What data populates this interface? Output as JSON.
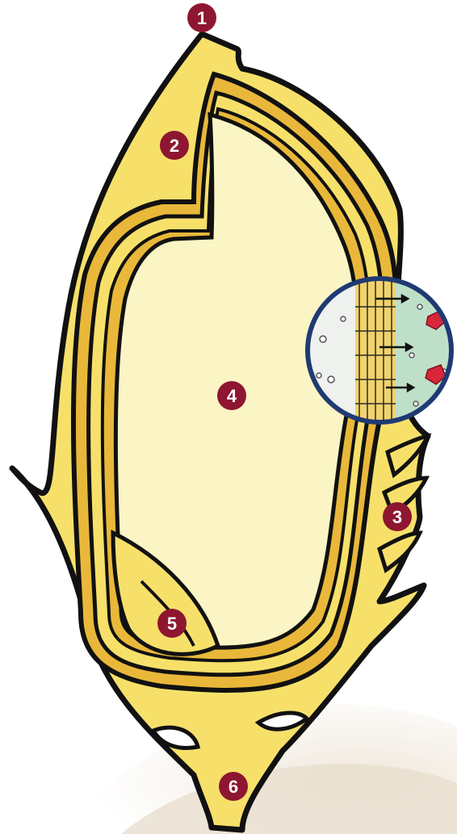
{
  "diagram": {
    "colors": {
      "background": "#ffffff",
      "grain_fill": "#f7e06a",
      "inner_fill": "#fbf4c4",
      "outline": "#111111",
      "layer_band": "#e9b83a",
      "badge": "#8e1630",
      "inset_border": "#1f3a73",
      "inset_left": "#eef1ee",
      "inset_right": "#bfe0c8",
      "arrow_marker": "#d8263a",
      "rice_pile": "#ebe3d6"
    },
    "labels": [
      {
        "id": "1",
        "text": "1"
      },
      {
        "id": "2",
        "text": "2"
      },
      {
        "id": "3",
        "text": "3"
      },
      {
        "id": "4",
        "text": "4"
      },
      {
        "id": "5",
        "text": "5"
      },
      {
        "id": "6",
        "text": "6"
      }
    ],
    "inset_icon": "magnified-layer-icon"
  }
}
